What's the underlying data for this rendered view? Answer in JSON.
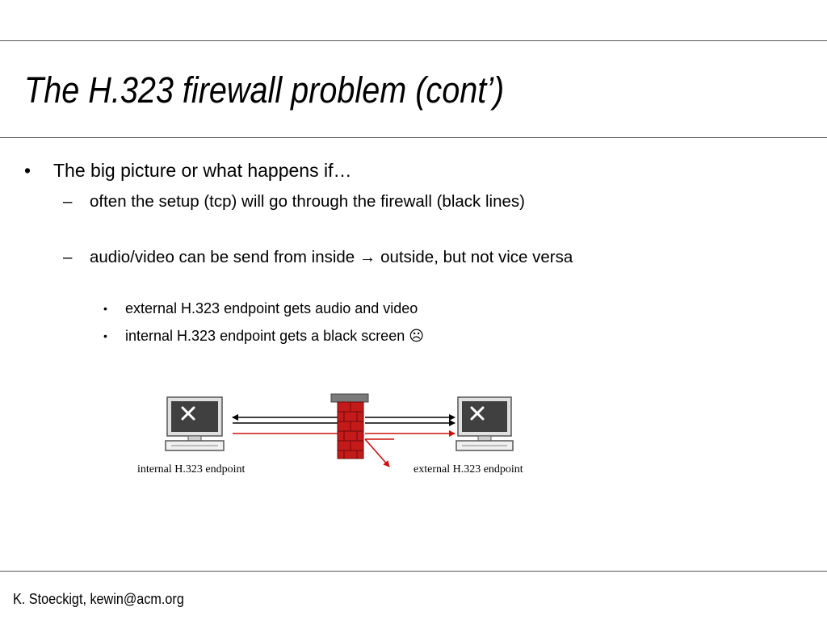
{
  "slide": {
    "title": "The H.323 firewall problem (cont’)",
    "bullets": {
      "level1": {
        "marker": "•",
        "text": "The big picture or what happens if…"
      },
      "level2": [
        {
          "marker": "–",
          "text": "often the setup (tcp) will go through the firewall (black lines)"
        },
        {
          "marker": "–",
          "text": "audio/video can be send from inside → outside, but not vice versa"
        }
      ],
      "level3": [
        {
          "marker": "•",
          "text": "external H.323 endpoint gets audio and video"
        },
        {
          "marker": "•",
          "text": "internal H.323 endpoint gets a black screen ☹"
        }
      ]
    },
    "figure": {
      "internal_label": "internal H.323 endpoint",
      "external_label": "external H.323 endpoint",
      "colors": {
        "signal": "#000000",
        "media": "#cc1111",
        "firewall": "#c41a1a",
        "firewall_cap": "#7a7a7a"
      },
      "icons": [
        "computer-icon",
        "firewall-icon",
        "computer-icon"
      ]
    },
    "footer": "K. Stoeckigt, kewin@acm.org"
  }
}
